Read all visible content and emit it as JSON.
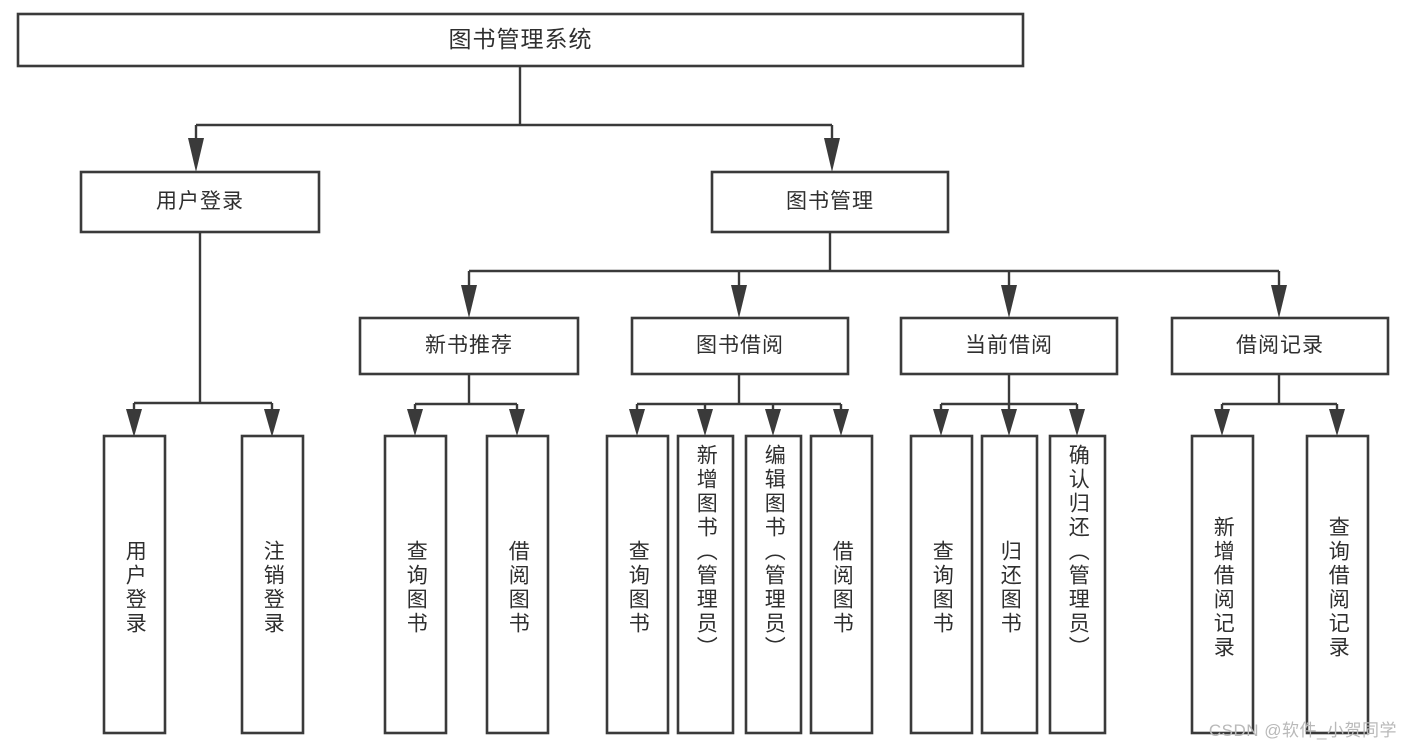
{
  "diagram": {
    "title": "图书管理系统",
    "type": "tree-hierarchy",
    "root": {
      "id": "root",
      "label": "图书管理系统",
      "orientation": "horizontal"
    },
    "level1": [
      {
        "id": "user-login",
        "label": "用户登录",
        "orientation": "horizontal"
      },
      {
        "id": "book-manage",
        "label": "图书管理",
        "orientation": "horizontal"
      }
    ],
    "level2": [
      {
        "id": "new-book-recommend",
        "label": "新书推荐",
        "orientation": "horizontal",
        "parent": "book-manage"
      },
      {
        "id": "book-borrow",
        "label": "图书借阅",
        "orientation": "horizontal",
        "parent": "book-manage"
      },
      {
        "id": "current-borrow",
        "label": "当前借阅",
        "orientation": "horizontal",
        "parent": "book-manage"
      },
      {
        "id": "borrow-record",
        "label": "借阅记录",
        "orientation": "horizontal",
        "parent": "book-manage"
      }
    ],
    "leaves": [
      {
        "id": "leaf-user-login",
        "label": "用户登录",
        "orientation": "vertical",
        "parent": "user-login"
      },
      {
        "id": "leaf-user-logout",
        "label": "注销登录",
        "orientation": "vertical",
        "parent": "user-login"
      },
      {
        "id": "leaf-query-book-1",
        "label": "查询图书",
        "orientation": "vertical",
        "parent": "new-book-recommend"
      },
      {
        "id": "leaf-borrow-book-1",
        "label": "借阅图书",
        "orientation": "vertical",
        "parent": "new-book-recommend"
      },
      {
        "id": "leaf-query-book-2",
        "label": "查询图书",
        "orientation": "vertical",
        "parent": "book-borrow"
      },
      {
        "id": "leaf-add-book",
        "label": "新增图书（管理员）",
        "orientation": "vertical",
        "parent": "book-borrow"
      },
      {
        "id": "leaf-edit-book",
        "label": "编辑图书（管理员）",
        "orientation": "vertical",
        "parent": "book-borrow"
      },
      {
        "id": "leaf-borrow-book-2",
        "label": "借阅图书",
        "orientation": "vertical",
        "parent": "book-borrow"
      },
      {
        "id": "leaf-query-book-3",
        "label": "查询图书",
        "orientation": "vertical",
        "parent": "current-borrow"
      },
      {
        "id": "leaf-return-book",
        "label": "归还图书",
        "orientation": "vertical",
        "parent": "current-borrow"
      },
      {
        "id": "leaf-confirm-return",
        "label": "确认归还（管理员）",
        "orientation": "vertical",
        "parent": "current-borrow"
      },
      {
        "id": "leaf-add-record",
        "label": "新增借阅记录",
        "orientation": "vertical",
        "parent": "borrow-record"
      },
      {
        "id": "leaf-query-record",
        "label": "查询借阅记录",
        "orientation": "vertical",
        "parent": "borrow-record"
      }
    ]
  },
  "watermark": {
    "text": "CSDN @软件_小贺同学"
  },
  "colors": {
    "stroke": "#3a3a3a",
    "box_fill": "#ffffff",
    "text": "#2f2f2f",
    "background": "#ffffff",
    "watermark": "#b9b9b9"
  }
}
